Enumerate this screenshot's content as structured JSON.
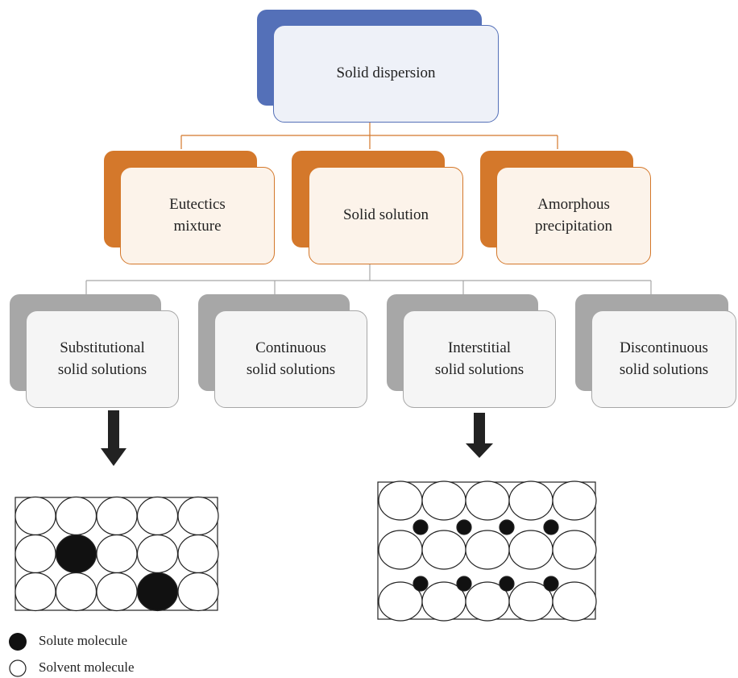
{
  "diagram": {
    "root": {
      "label": "Solid dispersion"
    },
    "level1": [
      {
        "label": "Eutectics\nmixture"
      },
      {
        "label": "Solid solution"
      },
      {
        "label": "Amorphous\nprecipitation"
      }
    ],
    "level2": [
      {
        "label": "Substitutional\nsolid solutions"
      },
      {
        "label": "Continuous\nsolid solutions"
      },
      {
        "label": "Interstitial\nsolid solutions"
      },
      {
        "label": "Discontinuous\nsolid solutions"
      }
    ]
  },
  "legend": {
    "solute": "Solute molecule",
    "solvent": "Solvent molecule"
  },
  "colors": {
    "root": "#5470b8",
    "level1": "#d4782b",
    "level2": "#a7a7a7",
    "molecule_fill_solute": "#111111"
  }
}
